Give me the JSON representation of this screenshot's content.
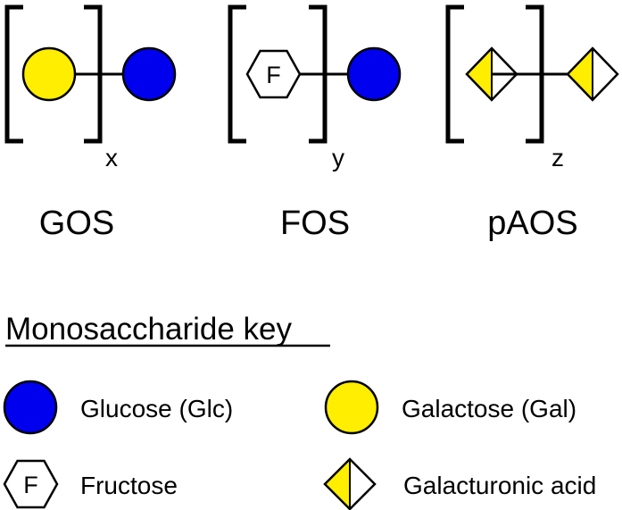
{
  "colors": {
    "glucose": "#0000ee",
    "galactose": "#ffee00",
    "galacturonic": "#ffee00",
    "stroke": "#000000",
    "background": "#ffffff"
  },
  "structures": [
    {
      "name": "GOS",
      "subscript": "x",
      "left_residue": "galactose-circle",
      "right_residue": "glucose-circle"
    },
    {
      "name": "FOS",
      "subscript": "y",
      "left_residue": "fructose-hexagon",
      "right_residue": "glucose-circle",
      "left_glyph": "F"
    },
    {
      "name": "pAOS",
      "subscript": "z",
      "left_residue": "galacturonic-diamond",
      "right_residue": "galacturonic-diamond"
    }
  ],
  "key": {
    "title": "Monosaccharide key",
    "items": [
      {
        "label": "Glucose (Glc)",
        "icon": "glucose-circle"
      },
      {
        "label": "Galactose (Gal)",
        "icon": "galactose-circle"
      },
      {
        "label": "Fructose",
        "icon": "fructose-hexagon",
        "glyph": "F"
      },
      {
        "label": "Galacturonic acid",
        "icon": "galacturonic-diamond"
      }
    ]
  }
}
